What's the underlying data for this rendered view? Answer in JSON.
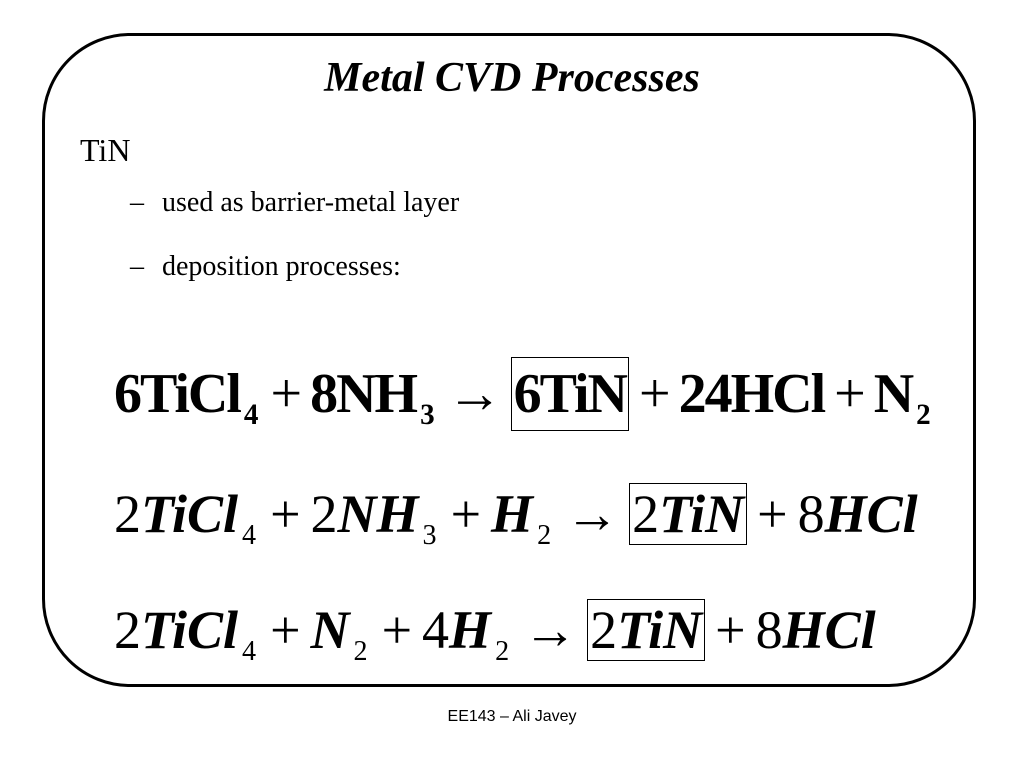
{
  "slide": {
    "title": "Metal CVD Processes",
    "topic": "TiN",
    "bullets": [
      "used as barrier-metal layer",
      "deposition processes:"
    ],
    "bullet_marker": "–"
  },
  "equations": [
    {
      "terms": [
        {
          "coef": "6",
          "formula": "TiCl",
          "sub": "4"
        },
        {
          "op": "+"
        },
        {
          "coef": "8",
          "formula": "NH",
          "sub": "3"
        },
        {
          "op": "→"
        },
        {
          "coef": "6",
          "formula": "TiN",
          "boxed": true
        },
        {
          "op": "+"
        },
        {
          "coef": "24",
          "formula": "HCl"
        },
        {
          "op": "+"
        },
        {
          "formula": "N",
          "sub": "2"
        }
      ]
    },
    {
      "terms": [
        {
          "coef": "2",
          "formula": "TiCl",
          "sub": "4"
        },
        {
          "op": "+"
        },
        {
          "coef": "2",
          "formula": "NH",
          "sub": "3"
        },
        {
          "op": "+"
        },
        {
          "formula": "H",
          "sub": "2"
        },
        {
          "op": "→"
        },
        {
          "coef": "2",
          "formula": "TiN",
          "boxed": true
        },
        {
          "op": "+"
        },
        {
          "coef": "8",
          "formula": "HCl"
        }
      ]
    },
    {
      "terms": [
        {
          "coef": "2",
          "formula": "TiCl",
          "sub": "4"
        },
        {
          "op": "+"
        },
        {
          "formula": "N",
          "sub": "2"
        },
        {
          "op": "+"
        },
        {
          "coef": "4",
          "formula": "H",
          "sub": "2"
        },
        {
          "op": "→"
        },
        {
          "coef": "2",
          "formula": "TiN",
          "boxed": true
        },
        {
          "op": "+"
        },
        {
          "coef": "8",
          "formula": "HCl"
        }
      ]
    }
  ],
  "footer": "EE143 – Ali Javey"
}
